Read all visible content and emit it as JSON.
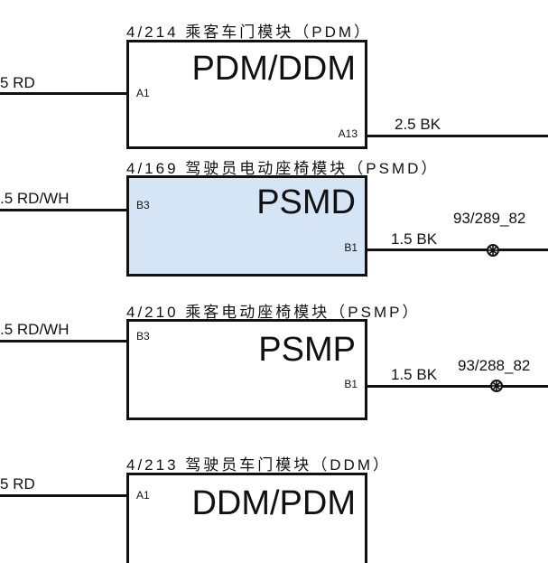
{
  "modules": [
    {
      "title": "4/214 乘客车门模块（PDM）",
      "name": "PDM/DDM",
      "left_pin": "A1",
      "left_wire": "5 RD",
      "right_pin": "A13",
      "right_wire": "2.5 BK"
    },
    {
      "title": "4/169 驾驶员电动座椅模块（PSMD）",
      "name": "PSMD",
      "left_pin": "B3",
      "left_wire": ".5 RD/WH",
      "right_pin": "B1",
      "right_wire": "1.5 BK",
      "splice": "93/289_82"
    },
    {
      "title": "4/210 乘客电动座椅模块（PSMP）",
      "name": "PSMP",
      "left_pin": "B3",
      "left_wire": ".5 RD/WH",
      "right_pin": "B1",
      "right_wire": "1.5 BK",
      "splice": "93/288_82"
    },
    {
      "title": "4/213 驾驶员车门模块（DDM）",
      "name": "DDM/PDM",
      "left_pin": "A1",
      "left_wire": "5 RD"
    }
  ],
  "colors": {
    "highlight_fill": "#d6e5f5",
    "line": "#111111"
  },
  "icons": {
    "splice": "splice-point-icon"
  }
}
